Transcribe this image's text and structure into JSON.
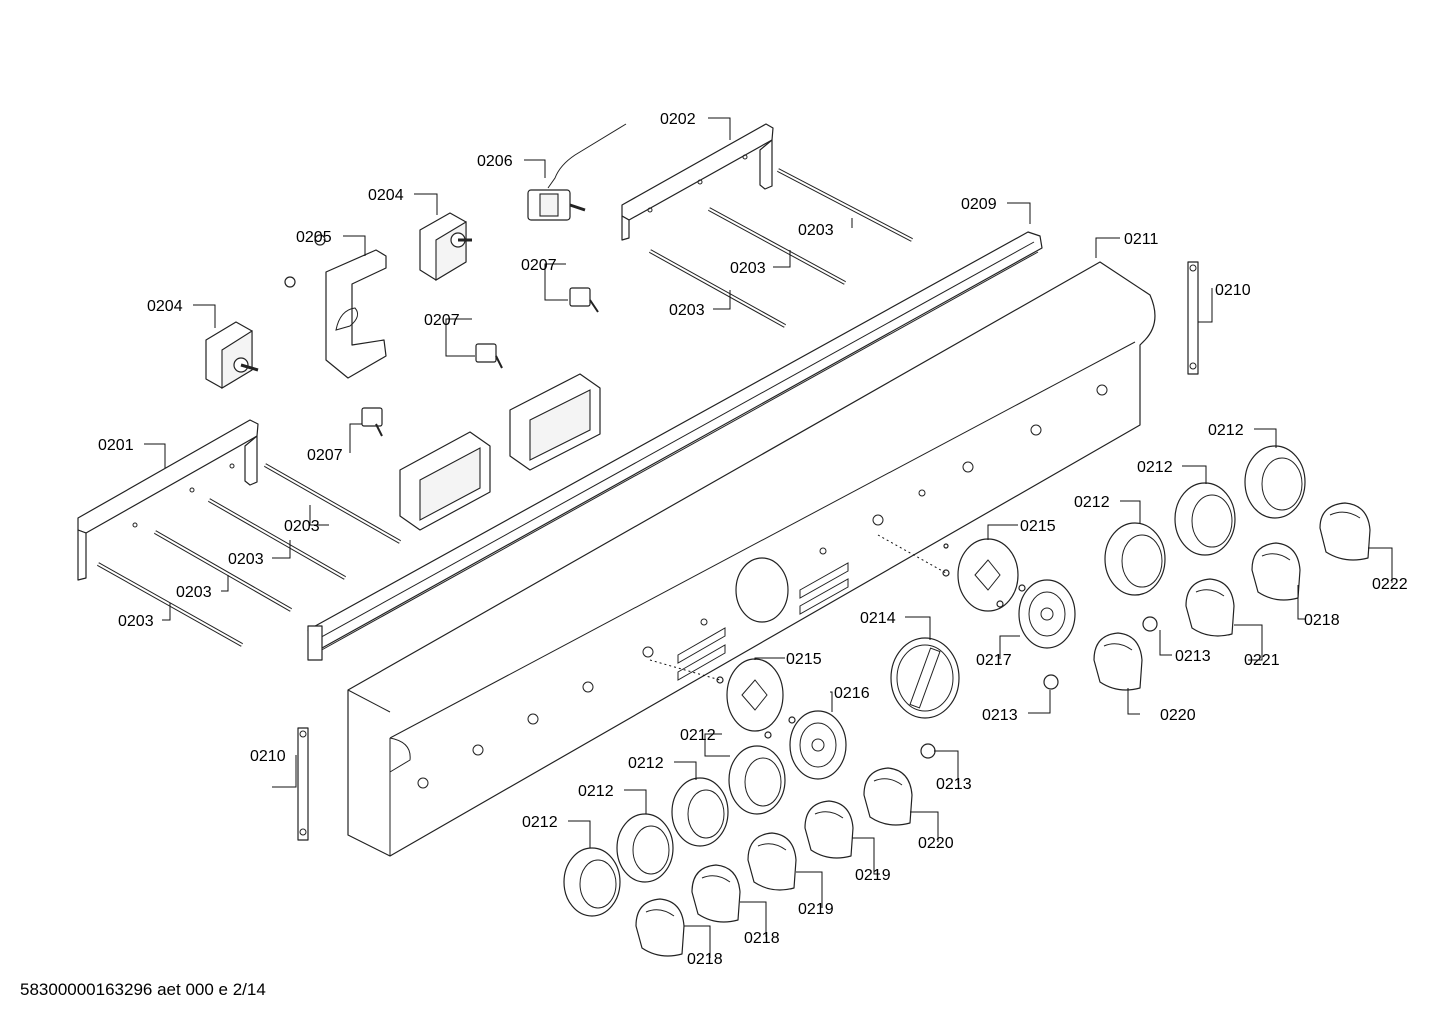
{
  "diagram": {
    "footer": "58300000163296 aet 000 e 2/14",
    "callouts": {
      "c0201": "0201",
      "c0202": "0202",
      "c0203": "0203",
      "c0204": "0204",
      "c0205": "0205",
      "c0206": "0206",
      "c0207": "0207",
      "c0209": "0209",
      "c0210": "0210",
      "c0211": "0211",
      "c0212": "0212",
      "c0213": "0213",
      "c0214": "0214",
      "c0215": "0215",
      "c0216": "0216",
      "c0217": "0217",
      "c0218": "0218",
      "c0219": "0219",
      "c0220": "0220",
      "c0221": "0221",
      "c0222": "0222"
    }
  }
}
